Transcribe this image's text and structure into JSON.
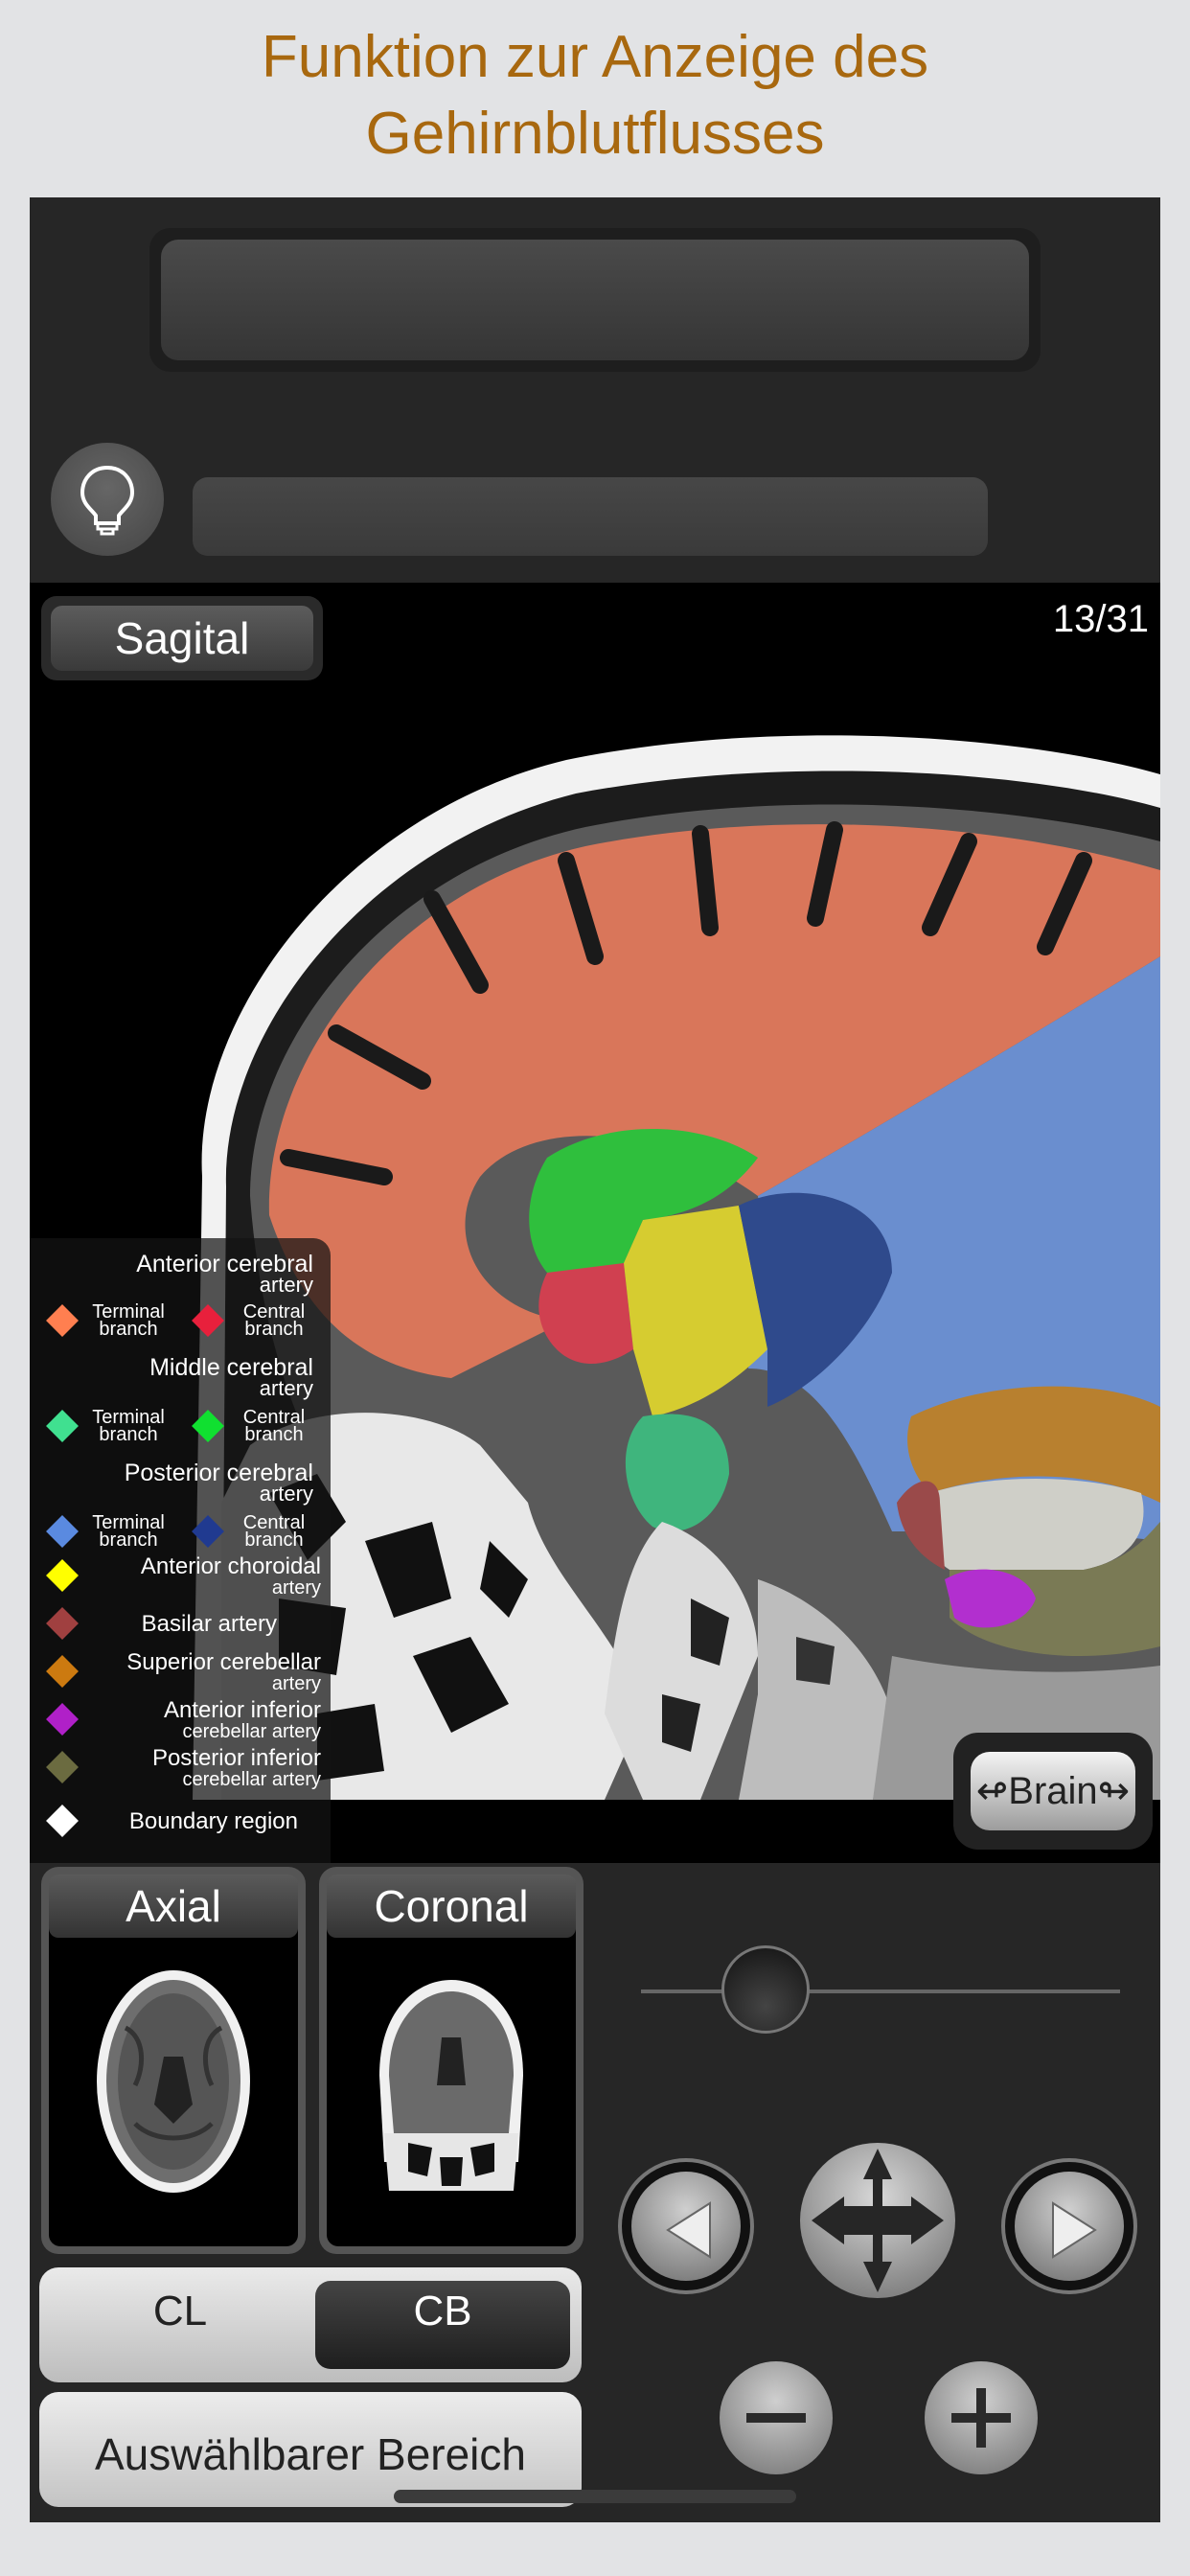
{
  "header": {
    "title_line1": "Funktion zur Anzeige des",
    "title_line2": "Gehirnblutflusses"
  },
  "viewer": {
    "view_mode_label": "Sagital",
    "slice_counter": "13/31",
    "brain_button_label": "↫Brain↬"
  },
  "legend": {
    "anterior_cerebral": {
      "title": "Anterior cerebral",
      "sub": "artery"
    },
    "middle_cerebral": {
      "title": "Middle cerebral",
      "sub": "artery"
    },
    "posterior_cerebral": {
      "title": "Posterior cerebral",
      "sub": "artery"
    },
    "terminal": "Terminal",
    "central": "Central",
    "branch": "branch",
    "items": [
      {
        "line1": "Anterior choroidal",
        "line2": "artery",
        "color": "#ffff00"
      },
      {
        "line1": "Basilar artery",
        "line2": "",
        "color": "#a04040"
      },
      {
        "line1": "Superior cerebellar",
        "line2": "artery",
        "color": "#cc7a10"
      },
      {
        "line1": "Anterior inferior",
        "line2": "cerebellar artery",
        "color": "#b020c8"
      },
      {
        "line1": "Posterior inferior",
        "line2": "cerebellar artery",
        "color": "#6b6b40"
      },
      {
        "line1": "Boundary region",
        "line2": "",
        "color": "#ffffff"
      }
    ],
    "colors": {
      "aca_terminal": "#ff7f50",
      "aca_central": "#e8203c",
      "mca_terminal": "#40e090",
      "mca_central": "#10e030",
      "pca_terminal": "#5a8ae0",
      "pca_central": "#203a90"
    }
  },
  "thumbnails": {
    "axial_label": "Axial",
    "coronal_label": "Coronal"
  },
  "toggle": {
    "left_label": "CL",
    "right_label": "CB",
    "selected": "CB"
  },
  "select_area_label": "Auswählbarer Bereich",
  "slider": {
    "value": 0.26
  },
  "icons": {
    "hint": "lightbulb-icon",
    "prev": "triangle-left-icon",
    "next": "triangle-right-icon",
    "pan": "four-arrows-icon",
    "zoom_out": "minus-icon",
    "zoom_in": "plus-icon"
  }
}
